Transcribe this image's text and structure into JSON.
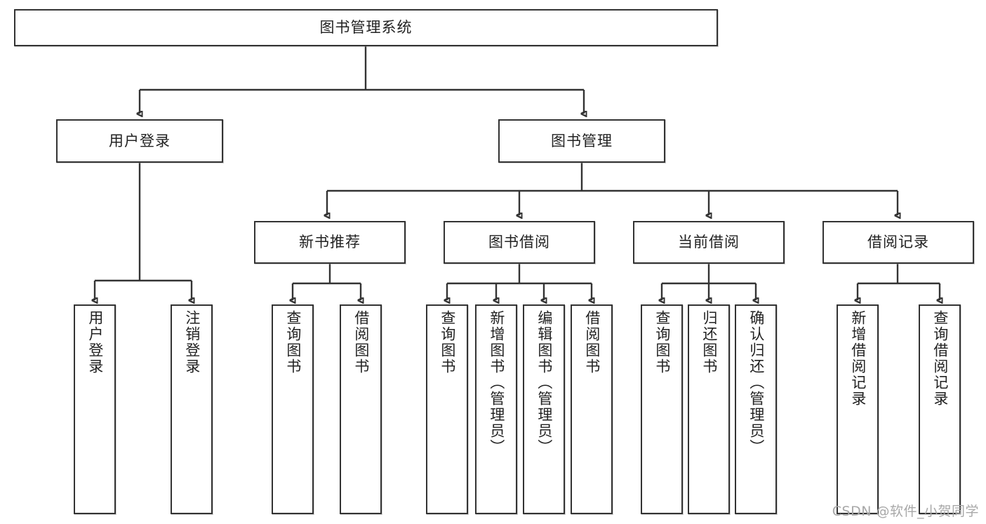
{
  "diagram": {
    "title": "图书管理系统",
    "watermark": "CSDN @软件_小贺同学",
    "root": {
      "label": "图书管理系统"
    },
    "level2": [
      {
        "label": "用户登录"
      },
      {
        "label": "图书管理"
      }
    ],
    "level3": [
      {
        "label": "新书推荐"
      },
      {
        "label": "图书借阅"
      },
      {
        "label": "当前借阅"
      },
      {
        "label": "借阅记录"
      }
    ],
    "leaves": {
      "user_login": [
        {
          "label": "用户登录"
        },
        {
          "label": "注销登录"
        }
      ],
      "new_book": [
        {
          "label": "查询图书"
        },
        {
          "label": "借阅图书"
        }
      ],
      "book_borrow": [
        {
          "label": "查询图书"
        },
        {
          "label": "新增图书（管理员）"
        },
        {
          "label": "编辑图书（管理员）"
        },
        {
          "label": "借阅图书"
        }
      ],
      "current_borrow": [
        {
          "label": "查询图书"
        },
        {
          "label": "归还图书"
        },
        {
          "label": "确认归还（管理员）"
        }
      ],
      "borrow_record": [
        {
          "label": "新增借阅记录"
        },
        {
          "label": "查询借阅记录"
        }
      ]
    },
    "colors": {
      "stroke": "#333333",
      "background": "#ffffff",
      "text": "#222222",
      "watermark": "#a8a8a8"
    }
  }
}
